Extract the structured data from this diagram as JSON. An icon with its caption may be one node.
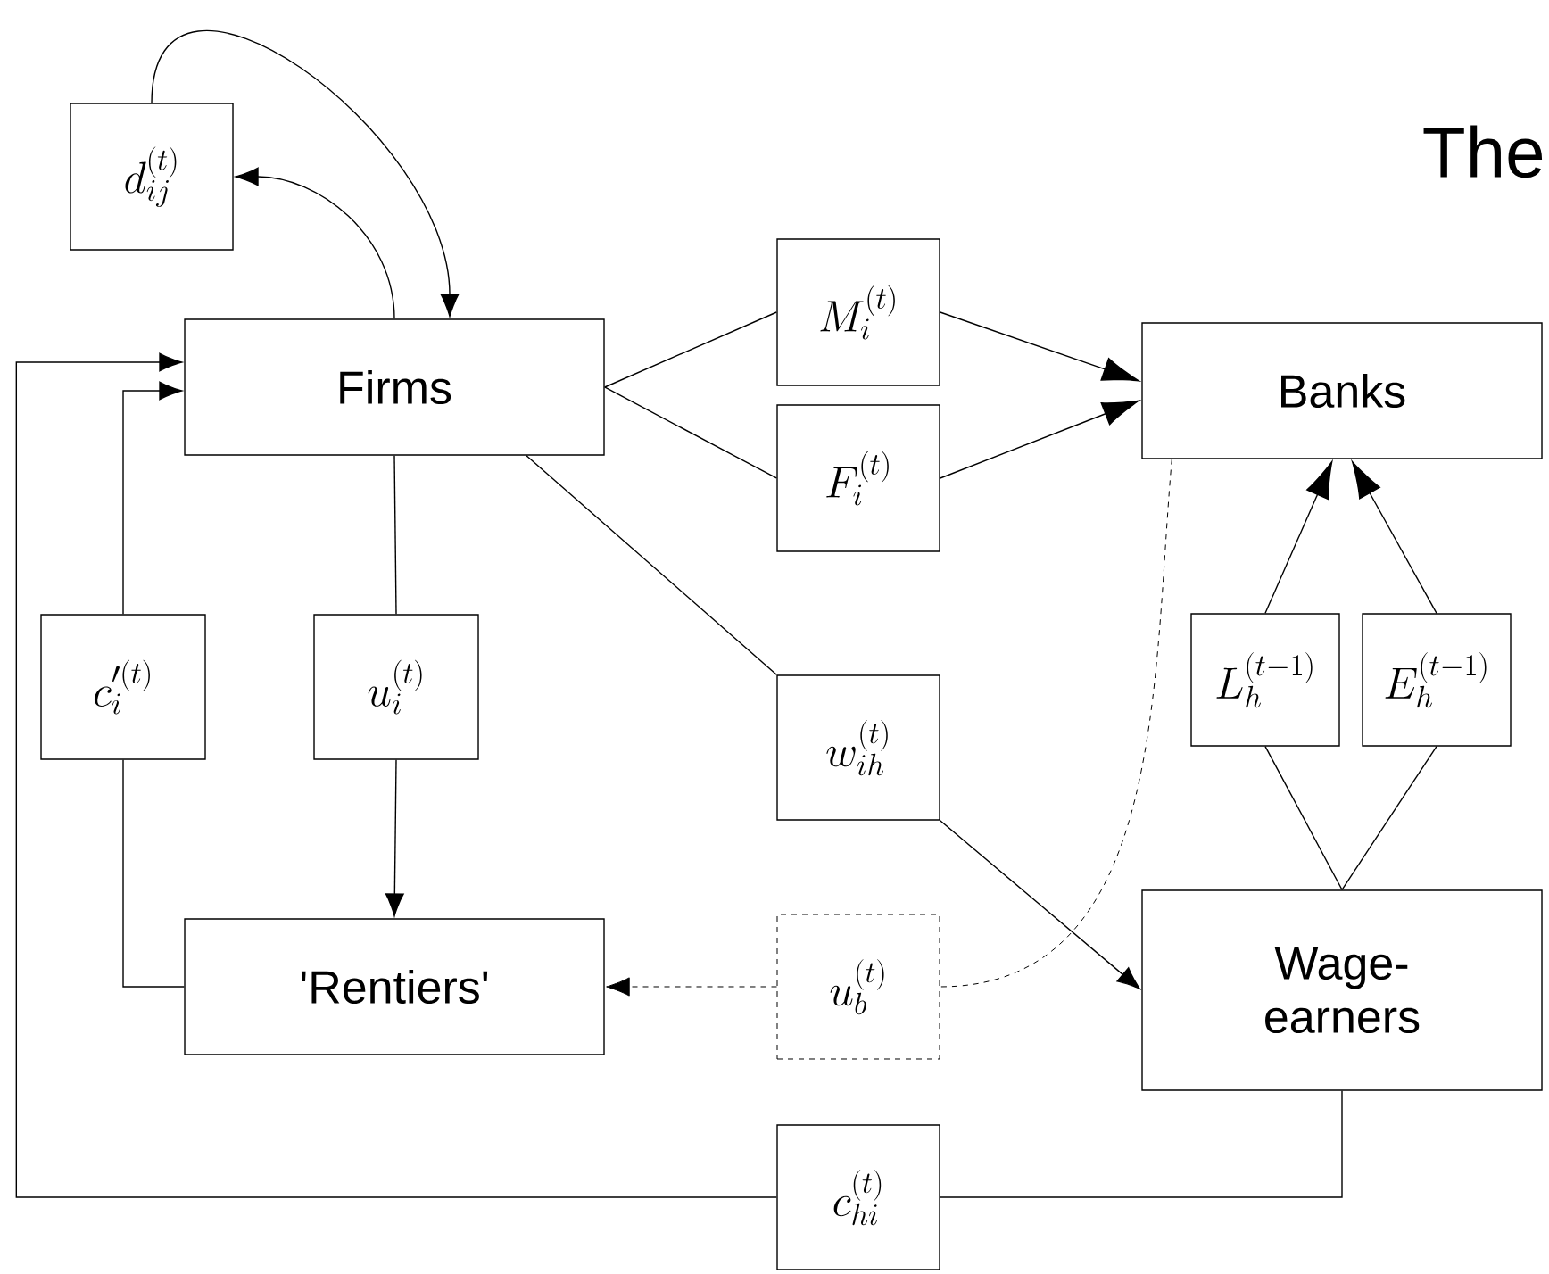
{
  "diagram": {
    "title": "The",
    "nodes": [
      {
        "text": [
          "d_{ij}^{(t)}"
        ]
      },
      {
        "text": [
          "Firms"
        ]
      },
      {
        "text": [
          "M_{i}^{(t)}"
        ]
      },
      {
        "text": [
          "F_{i}^{(t)}"
        ]
      },
      {
        "text": [
          "Banks"
        ]
      },
      {
        "text": [
          "c_{i}^{\\prime(t)}"
        ]
      },
      {
        "text": [
          "u_{i}^{(t)}"
        ]
      },
      {
        "text": [
          "w_{ih}^{(t)}"
        ]
      },
      {
        "text": [
          "L_{h}^{(t-1)}"
        ]
      },
      {
        "text": [
          "E_{h}^{(t-1)}"
        ]
      },
      {
        "text": [
          "'Rentiers'"
        ]
      },
      {
        "text": [
          "u_{b}^{(t)}"
        ]
      },
      {
        "text": [
          "Wage-earners"
        ]
      },
      {
        "text": [
          "c_{hi}^{(t)}"
        ]
      }
    ],
    "edges": [
      {
        "from": 1,
        "to": 0,
        "arrow": "to"
      },
      {
        "from": 0,
        "to": 1,
        "arrow": "to"
      },
      {
        "from": 1,
        "to": 2,
        "arrow": "none"
      },
      {
        "from": 2,
        "to": 4,
        "arrow": "to"
      },
      {
        "from": 1,
        "to": 3,
        "arrow": "none"
      },
      {
        "from": 3,
        "to": 4,
        "arrow": "to"
      },
      {
        "from": 1,
        "to": 7,
        "arrow": "none"
      },
      {
        "from": 7,
        "to": 12,
        "arrow": "to"
      },
      {
        "from": 1,
        "to": 6,
        "arrow": "none"
      },
      {
        "from": 6,
        "to": 10,
        "arrow": "to"
      },
      {
        "from": 10,
        "to": 5,
        "arrow": "none"
      },
      {
        "from": 5,
        "to": 1,
        "arrow": "to"
      },
      {
        "from": 12,
        "to": 13,
        "arrow": "none"
      },
      {
        "from": 13,
        "to": 1,
        "arrow": "to"
      },
      {
        "from": 12,
        "to": 8,
        "arrow": "none"
      },
      {
        "from": 8,
        "to": 4,
        "arrow": "to"
      },
      {
        "from": 12,
        "to": 9,
        "arrow": "none"
      },
      {
        "from": 9,
        "to": 4,
        "arrow": "to"
      },
      {
        "from": 4,
        "to": 11,
        "arrow": "none",
        "style": "dashed"
      },
      {
        "from": 11,
        "to": 10,
        "arrow": "to",
        "style": "dashed"
      }
    ]
  }
}
